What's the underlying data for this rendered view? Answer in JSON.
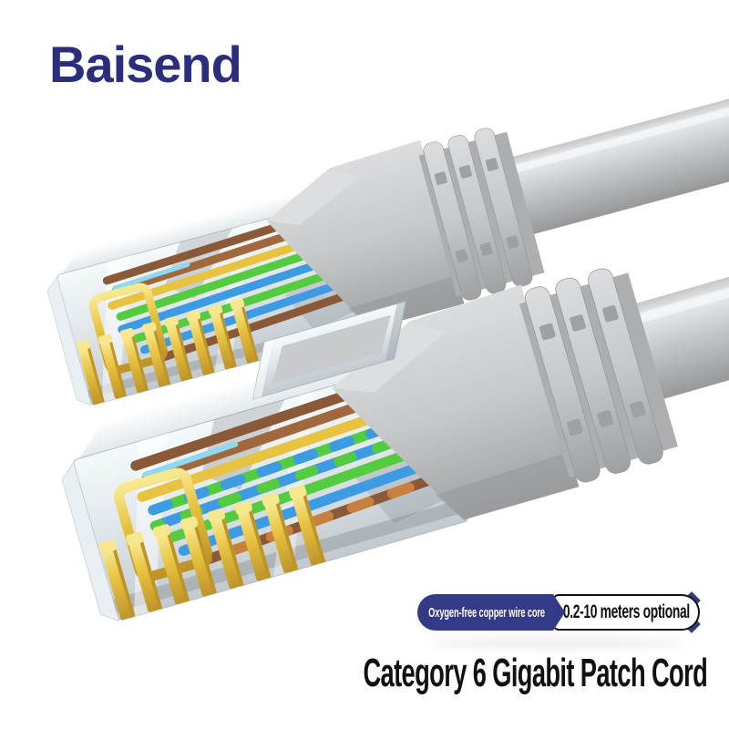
{
  "brand": {
    "name": "Baisend"
  },
  "badges": {
    "copper": {
      "label": "Oxygen-free copper wire core"
    },
    "length": {
      "label": "0.2-10 meters optional"
    }
  },
  "title": {
    "text": "Category 6 Gigabit Patch Cord"
  },
  "colors": {
    "brand-navy": "#2B2E7C",
    "badge-navy": "#343A85",
    "title-black": "#111111",
    "cable-light": "#E9EBED",
    "cable-mid": "#C4C6C8",
    "cable-dark": "#96989A",
    "boot-light": "#DBDDDF",
    "boot-mid": "#C6C8CA",
    "boot-dark": "#9EA0A2",
    "crystal-light": "#F5F9FB",
    "crystal-mid": "#E3E9ED",
    "crystal-dark": "#C2CACF",
    "gold": "#E7C340",
    "gold-light": "#F7E88F",
    "gold-dark": "#BE9428",
    "wire-green": "#55CC3F",
    "wire-blue": "#3D9BE4",
    "wire-brown": "#8A5A38",
    "wire-brown2": "#A0683C",
    "wire-orange": "#C8803C",
    "wire-lightblue": "#8FD8F0"
  }
}
